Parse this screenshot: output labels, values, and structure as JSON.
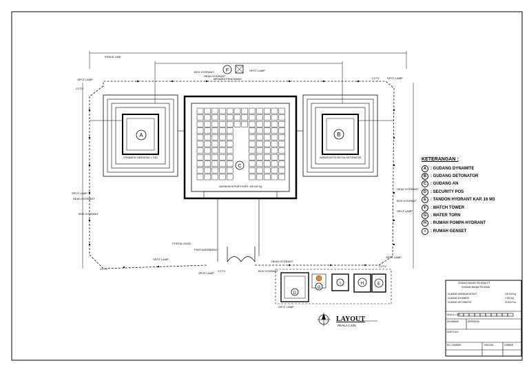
{
  "legend": {
    "title": "KETERANGAN :",
    "items": [
      {
        "key": "A",
        "label": ": GUDANG DYNAMITE"
      },
      {
        "key": "B",
        "label": ": GUDANG DETONATOR"
      },
      {
        "key": "C",
        "label": ": GUDANG AN"
      },
      {
        "key": "D",
        "label": ": SECURITY POS"
      },
      {
        "key": "E",
        "label": ": TANDON HYDRANT KAP. 16 M3"
      },
      {
        "key": "F",
        "label": ": WATCH TOWER"
      },
      {
        "key": "G",
        "label": ": WATER TORN"
      },
      {
        "key": "H",
        "label": ": RUMAH POMPA HYDRANT"
      },
      {
        "key": "I",
        "label": ": RUMAH GENSET"
      }
    ]
  },
  "plan": {
    "title": "LAYOUT",
    "scale": "SKALA 1:125",
    "fence_line": "FENCE LINE",
    "spot_lamp": "SPOT LAMP",
    "cctv": "CCTV",
    "box_hydrant": "BOX HYDRANT",
    "head_hydrant": "HEAD HYDRANT",
    "a_caption": "DYNAMITE KAPASITAS 1 TON",
    "b_caption": "KAPASITAS 20.000 Pcs DETONATOR",
    "c_caption": "AMONIUM NITRATE KAPS. 100.000 Kg",
    "portal": "PORTAL/GATE",
    "gate_label": "PINTU/GERBANG",
    "tower_label": "MENARA PENGAWAS"
  },
  "title_block": {
    "company": "GUDANG BAHAN PELEDAK PT.",
    "project": "GUDANG BAHAN PELEDAK",
    "line1": "GUDANG AMONIUM NITRAT",
    "line2": "GUDANG DYNAMITE",
    "line3": "GUDANG DETONATOR",
    "val1": "100.000 Kg",
    "val2": "1.000 Kg",
    "val3": "20.000 Pcs",
    "skala": "SKALA 1:125",
    "cell_a": "DIGAMBAR",
    "cell_b": "DIPERIKSA",
    "cell_c": "DISETUJUI",
    "cell_d": "NO. GAMBAR",
    "cell_e": "TANGGAL",
    "cell_f": "LEMBAR"
  }
}
